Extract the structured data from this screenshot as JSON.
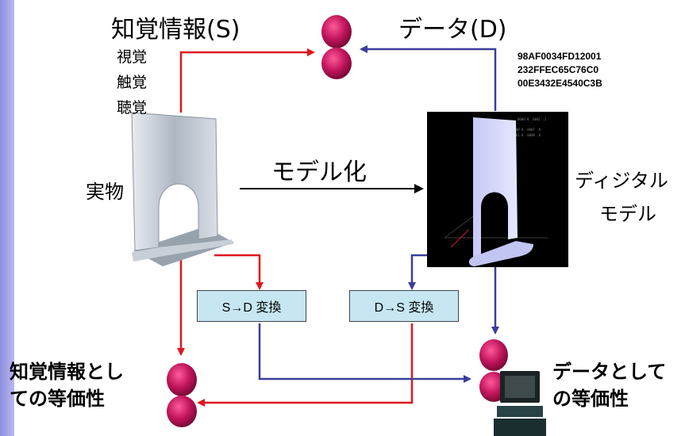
{
  "labels": {
    "sensory_info": "知覚情報(S)",
    "data": "データ(D)",
    "vision": "視覚",
    "touch": "触覚",
    "hearing": "聴覚",
    "hex_line1": "98AF0034FD12001",
    "hex_line2": "232FFEC65C76C0",
    "hex_line3": "00E3432E4540C3B",
    "modeling": "モデル化",
    "real_object": "実物",
    "digital_model_line1": "ディジタル",
    "digital_model_line2": "モデル",
    "s_to_d": "S→D 変換",
    "d_to_s": "D→S 変換",
    "equiv_sensory_line1": "知覚情報とし",
    "equiv_sensory_line2": "ての等価性",
    "equiv_data_line1": "データとして",
    "equiv_data_line2": "の等価性"
  },
  "colors": {
    "red_arrow": "#e0161c",
    "blue_arrow": "#3a3d9a",
    "person": "#b0104f",
    "box_fill": "#c6e7f2"
  },
  "icons": [
    "person-icon",
    "computer-icon",
    "bookend-photo",
    "bookend-3d-model"
  ]
}
